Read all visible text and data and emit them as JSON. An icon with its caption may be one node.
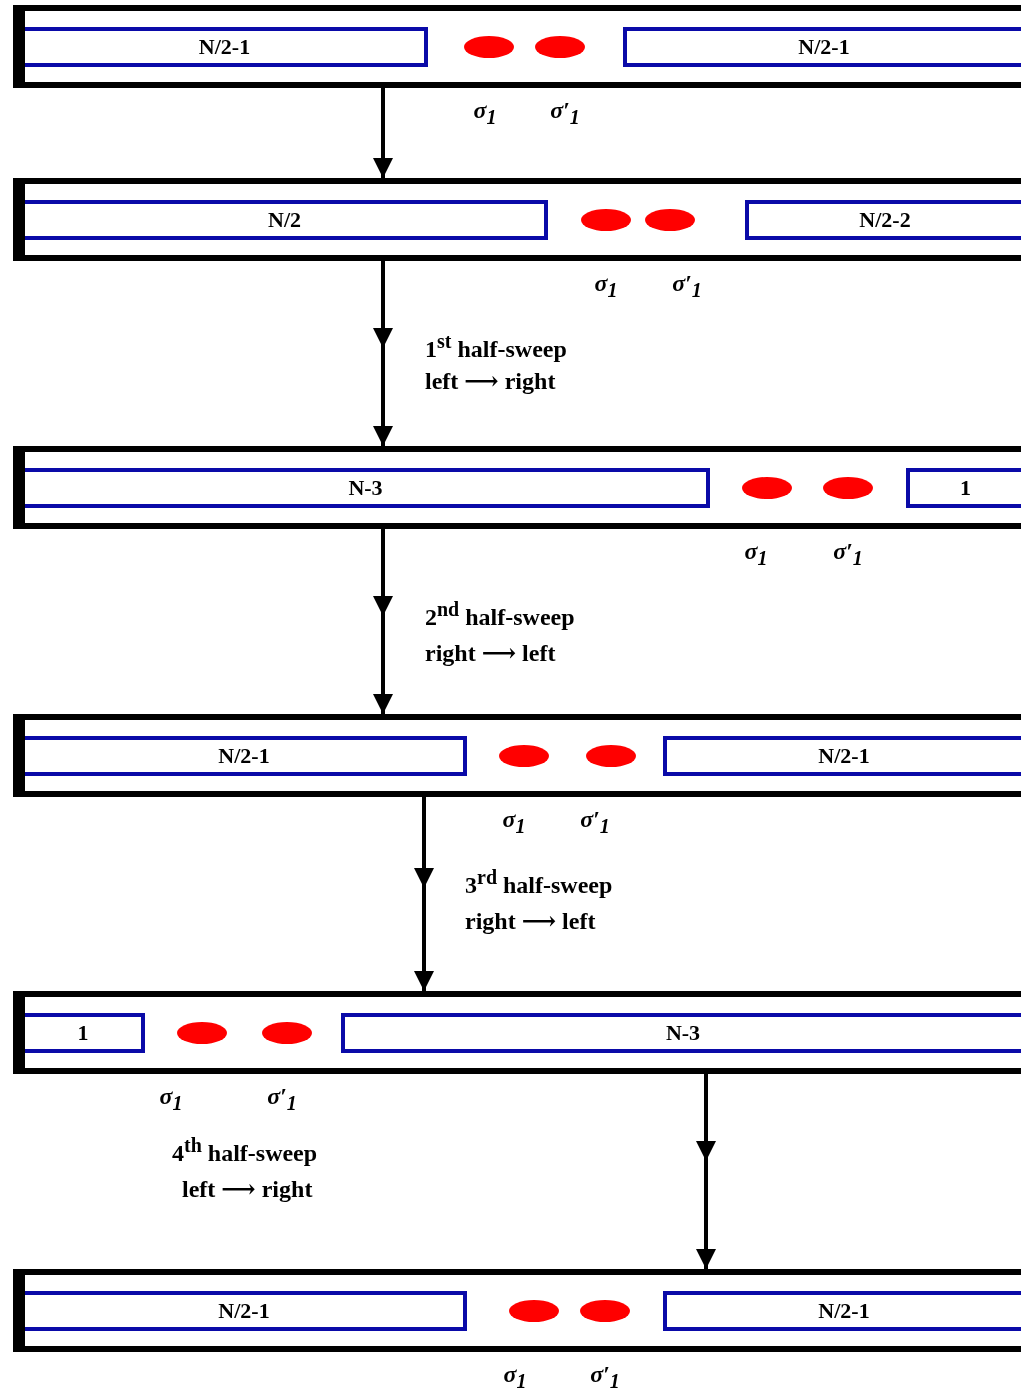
{
  "diagram": {
    "nodes": [
      {
        "text": [],
        "shape": "box"
      },
      {
        "text": [
          "N/2-1"
        ],
        "in": 0
      },
      {
        "text": [],
        "shape": "circle",
        "in": 0,
        "beside": [
          "σ$_{1}$"
        ]
      },
      {
        "text": [],
        "shape": "circle",
        "in": 0,
        "beside": [
          "σ′$_{1}$"
        ]
      },
      {
        "text": [
          "N/2-1"
        ],
        "in": 0
      },
      {
        "text": [],
        "shape": "box"
      },
      {
        "text": [
          "N/2"
        ],
        "in": 5
      },
      {
        "text": [],
        "shape": "circle",
        "in": 5,
        "beside": [
          "σ$_{1}$"
        ]
      },
      {
        "text": [],
        "shape": "circle",
        "in": 5,
        "beside": [
          "σ′$_{1}$"
        ]
      },
      {
        "text": [
          "N/2-2"
        ],
        "in": 5
      },
      {
        "text": [],
        "shape": "box"
      },
      {
        "text": [
          "N-3"
        ],
        "in": 10
      },
      {
        "text": [],
        "shape": "circle",
        "in": 10,
        "beside": [
          "σ$_{1}$"
        ]
      },
      {
        "text": [],
        "shape": "circle",
        "in": 10,
        "beside": [
          "σ′$_{1}$"
        ]
      },
      {
        "text": [
          "1"
        ],
        "in": 10
      },
      {
        "text": [],
        "shape": "box"
      },
      {
        "text": [
          "N/2-1"
        ],
        "in": 15
      },
      {
        "text": [],
        "shape": "circle",
        "in": 15,
        "beside": [
          "σ$_{1}$"
        ]
      },
      {
        "text": [],
        "shape": "circle",
        "in": 15,
        "beside": [
          "σ′$_{1}$"
        ]
      },
      {
        "text": [
          "N/2-1"
        ],
        "in": 15
      },
      {
        "text": [],
        "shape": "box"
      },
      {
        "text": [
          "1"
        ],
        "in": 20
      },
      {
        "text": [],
        "shape": "circle",
        "in": 20,
        "beside": [
          "σ$_{1}$"
        ]
      },
      {
        "text": [],
        "shape": "circle",
        "in": 20,
        "beside": [
          "σ′$_{1}$"
        ]
      },
      {
        "text": [
          "N-3"
        ],
        "in": 20
      },
      {
        "text": [],
        "shape": "box"
      },
      {
        "text": [
          "N/2-1"
        ],
        "in": 25
      },
      {
        "text": [],
        "shape": "circle",
        "in": 25,
        "beside": [
          "σ$_{1}$"
        ]
      },
      {
        "text": [],
        "shape": "circle",
        "in": 25,
        "beside": [
          "σ′$_{1}$"
        ]
      },
      {
        "text": [
          "N/2-1"
        ],
        "in": 25
      }
    ],
    "edges": [
      {
        "from": 0,
        "to": 5,
        "arrow": "to"
      },
      {
        "from": 5,
        "to": 10,
        "arrow": "to"
      },
      {
        "from": 10,
        "to": 15,
        "arrow": "to"
      },
      {
        "from": 15,
        "to": 20,
        "arrow": "to"
      },
      {
        "from": 20,
        "to": 25,
        "arrow": "to"
      }
    ],
    "labels": [
      "1$^{st}$ half-sweep",
      "left ⟶ right",
      "2$^{nd}$ half-sweep",
      "right ⟶ left",
      "3$^{rd}$ half-sweep",
      "right ⟶ left",
      "4$^{th}$ half-sweep",
      "left ⟶ right"
    ]
  }
}
